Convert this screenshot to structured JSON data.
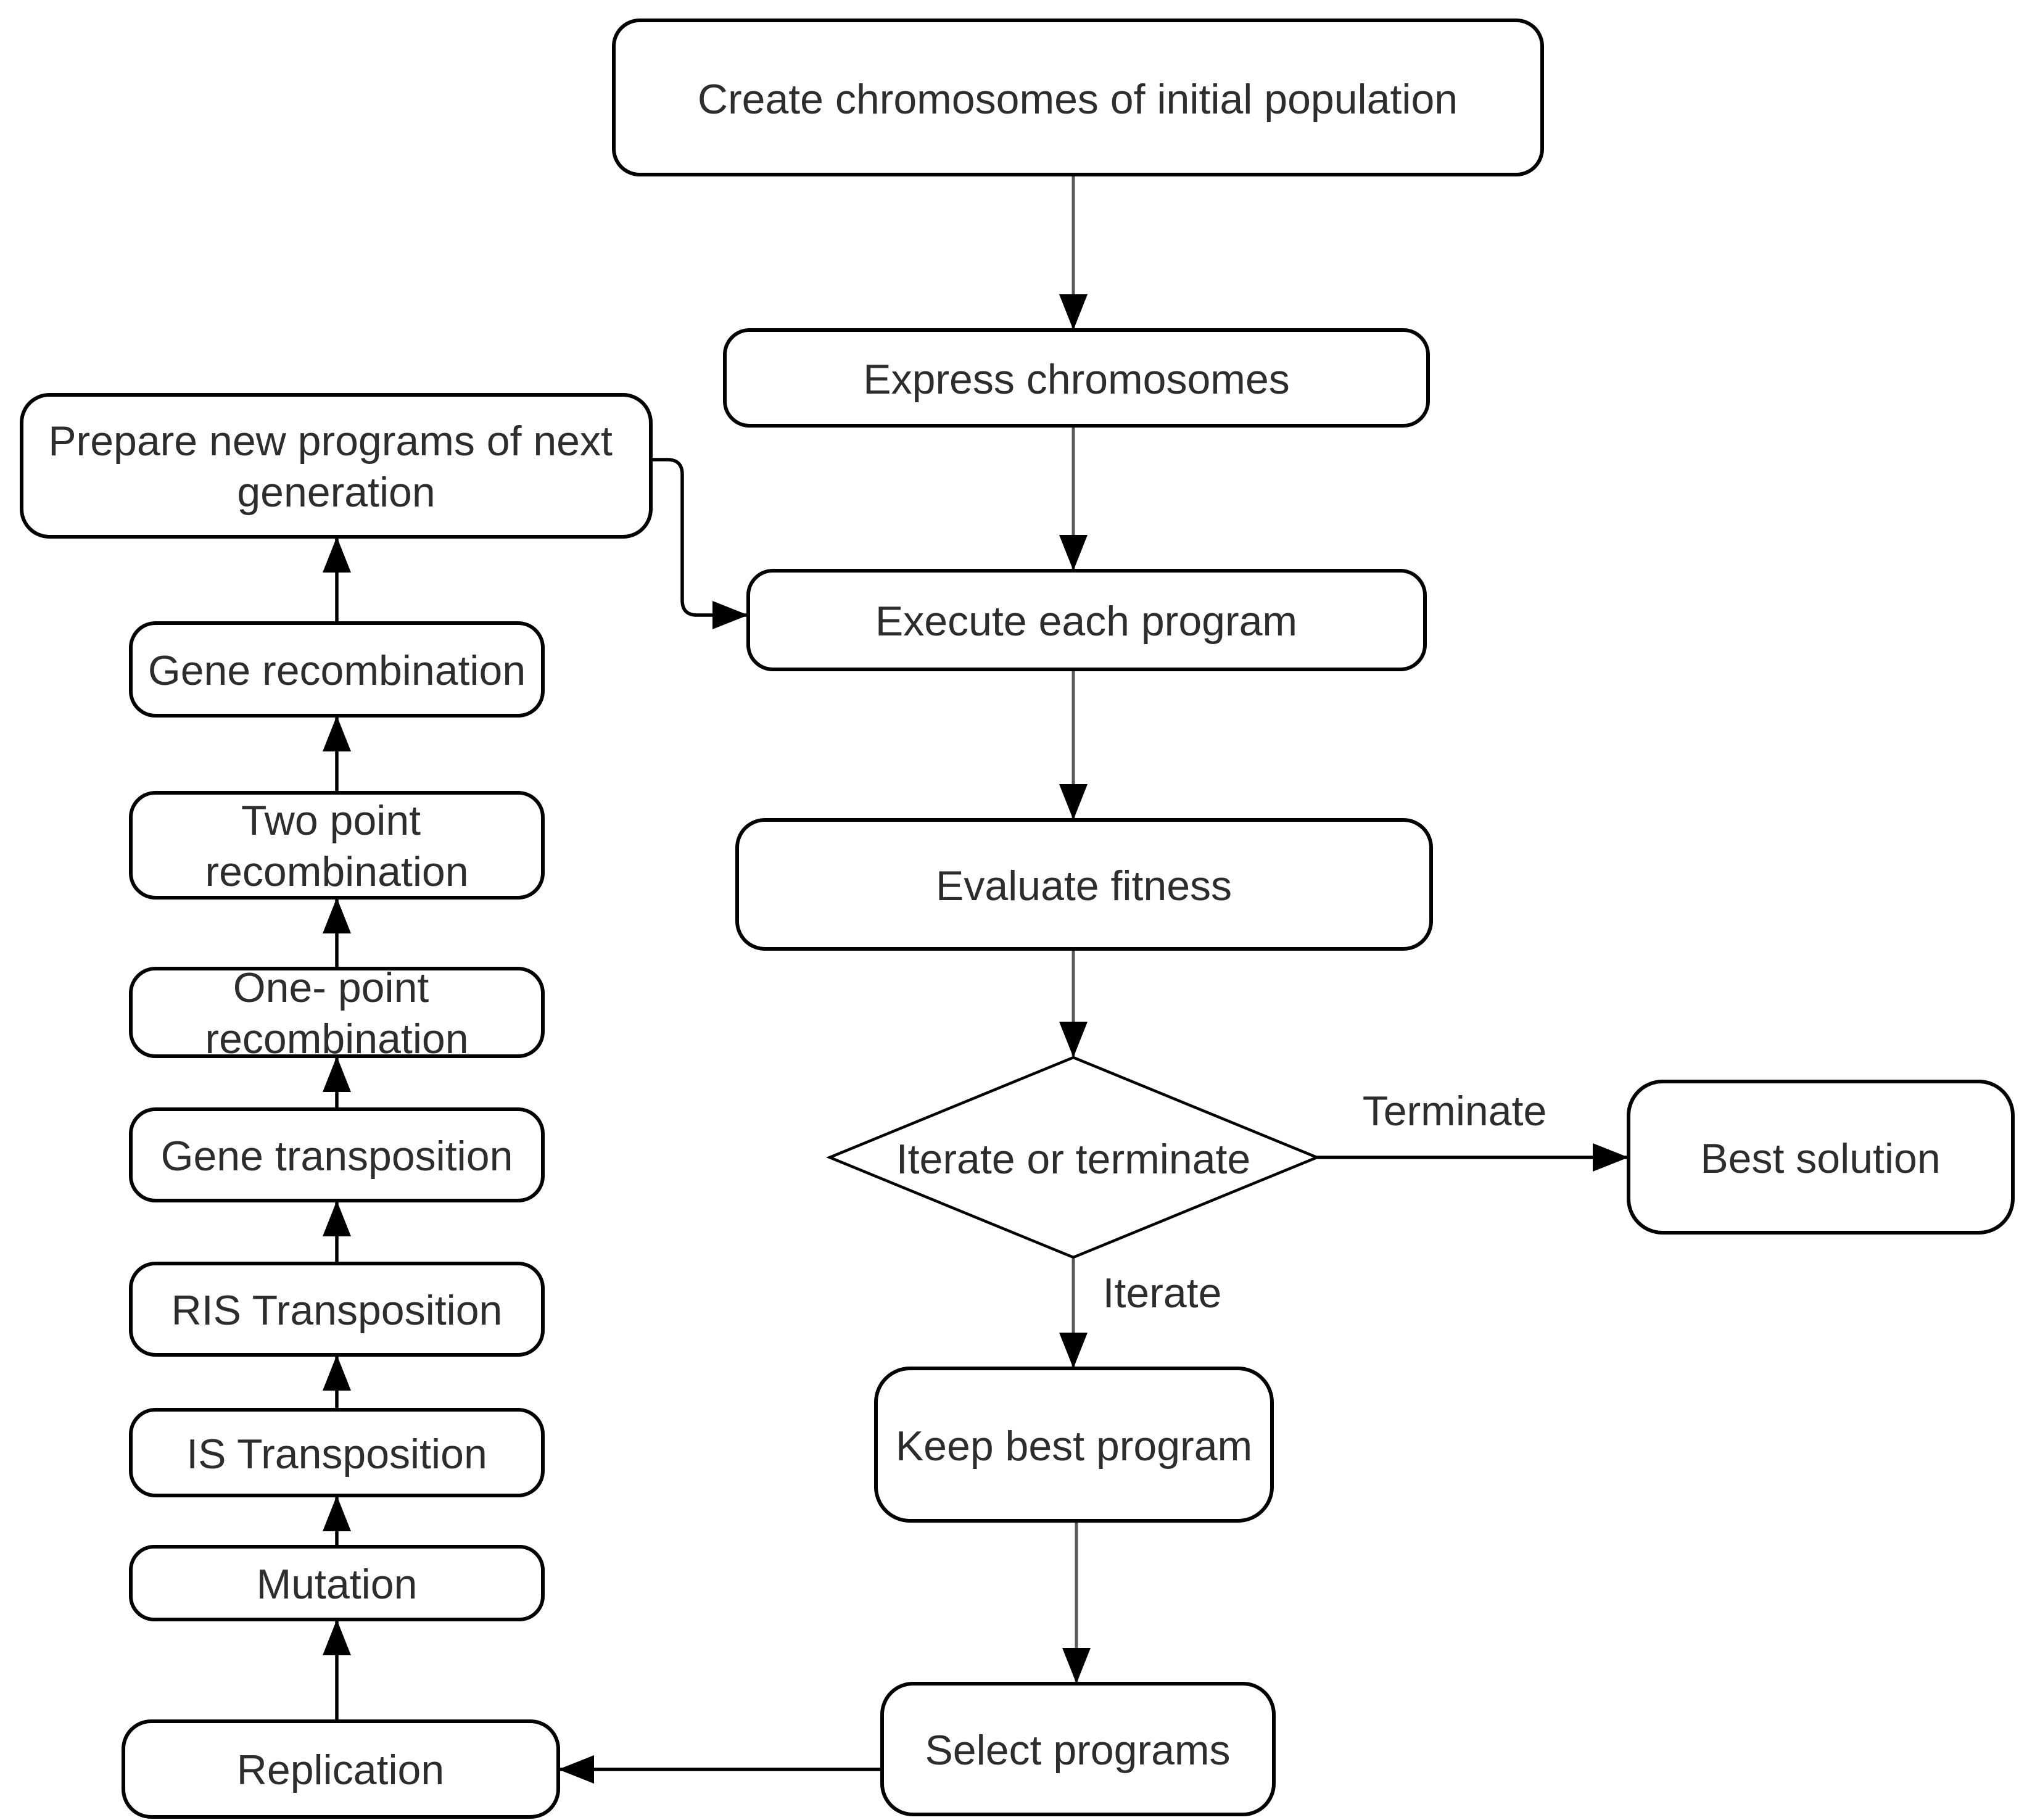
{
  "diagram": {
    "type": "flowchart",
    "nodes": {
      "create": {
        "label": "Create chromosomes of initial population"
      },
      "express": {
        "label": "Express chromosomes"
      },
      "prepare": {
        "line1": "Prepare new programs of next",
        "line2": "generation"
      },
      "execute": {
        "label": "Execute each program"
      },
      "evaluate": {
        "label": "Evaluate fitness"
      },
      "decision": {
        "label": "Iterate or terminate"
      },
      "best": {
        "label": "Best solution"
      },
      "keep": {
        "label": "Keep best program"
      },
      "select": {
        "label": "Select programs"
      },
      "replication": {
        "label": "Replication"
      },
      "mutation": {
        "label": "Mutation"
      },
      "is_transposition": {
        "label": "IS Transposition"
      },
      "ris_transposition": {
        "label": "RIS Transposition"
      },
      "gene_transposition": {
        "label": "Gene transposition"
      },
      "one_point": {
        "line1": "One- point",
        "line2": "recombination"
      },
      "two_point": {
        "line1": "Two point",
        "line2": "recombination"
      },
      "gene_recombination": {
        "label": "Gene recombination"
      }
    },
    "edge_labels": {
      "terminate": "Terminate",
      "iterate": "Iterate"
    },
    "colors": {
      "node_fill": "#ffffff",
      "node_stroke": "#000000",
      "text": "#2d2d2d",
      "connector": "#000000",
      "spine_connector": "#595959",
      "background": "#ffffff"
    }
  }
}
